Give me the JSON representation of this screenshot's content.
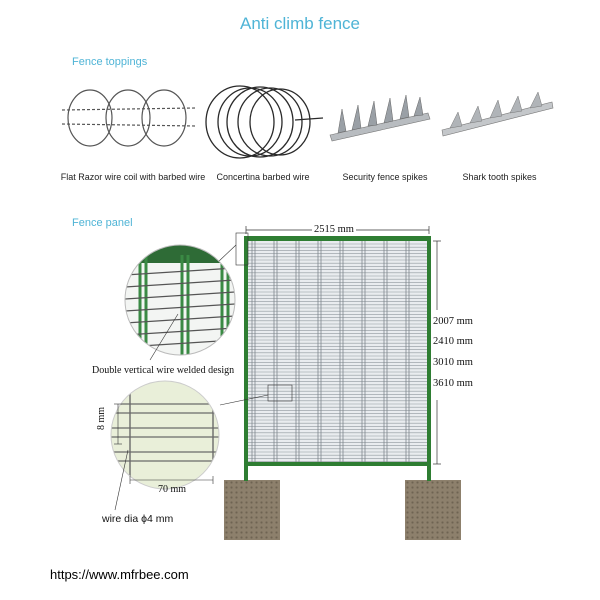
{
  "title": "Anti climb fence",
  "toppings": {
    "label": "Fence toppings",
    "items": [
      {
        "caption": "Flat Razor wire coil with barbed wire"
      },
      {
        "caption": "Concertina barbed wire"
      },
      {
        "caption": "Security fence spikes"
      },
      {
        "caption": "Shark tooth spikes"
      }
    ]
  },
  "panel": {
    "label": "Fence panel",
    "width_label": "2515 mm",
    "heights": [
      "2007 mm",
      "2410 mm",
      "3010 mm",
      "3610 mm"
    ],
    "detail_caption": "Double vertical wire welded design",
    "mesh_gap_label": "8 mm",
    "mesh_width_label": "70 mm",
    "wire_dia_label": "wire dia ϕ4 mm"
  },
  "footer_url": "https://www.mfrbee.com",
  "colors": {
    "accent": "#4fb4d6",
    "fence_green": "#2e7d32",
    "concrete": "#8a7d6b"
  }
}
